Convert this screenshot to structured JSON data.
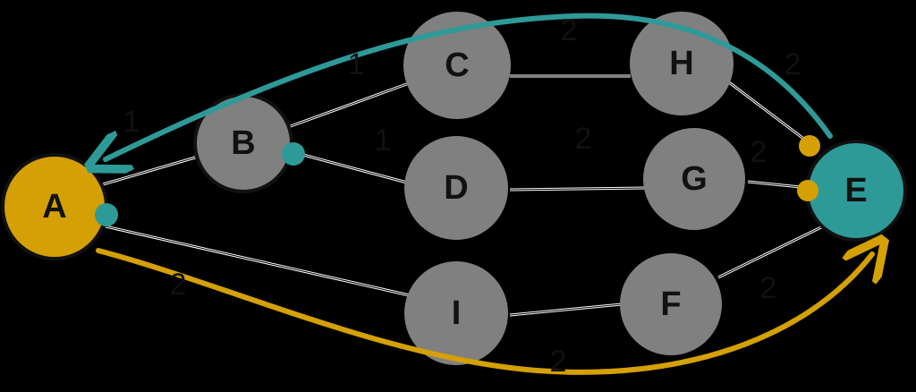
{
  "colors": {
    "background": "#000000",
    "gray_node": "#808080",
    "gold": "#d4a004",
    "teal": "#2e9a98",
    "edge": "#ffffff",
    "outline": "#111111"
  },
  "nodes": {
    "A": {
      "label": "A",
      "color": "gold"
    },
    "B": {
      "label": "B",
      "color": "gray"
    },
    "C": {
      "label": "C",
      "color": "gray"
    },
    "D": {
      "label": "D",
      "color": "gray"
    },
    "E": {
      "label": "E",
      "color": "teal"
    },
    "F": {
      "label": "F",
      "color": "gray"
    },
    "G": {
      "label": "G",
      "color": "gray"
    },
    "H": {
      "label": "H",
      "color": "gray"
    },
    "I": {
      "label": "I",
      "color": "gray"
    }
  },
  "edges": [
    {
      "from": "A",
      "to": "B",
      "weight": "1"
    },
    {
      "from": "B",
      "to": "C",
      "weight": "1"
    },
    {
      "from": "B",
      "to": "D",
      "weight": "1"
    },
    {
      "from": "C",
      "to": "H",
      "weight": "2"
    },
    {
      "from": "D",
      "to": "G",
      "weight": "2"
    },
    {
      "from": "H",
      "to": "E",
      "weight": "2"
    },
    {
      "from": "G",
      "to": "E",
      "weight": "2"
    },
    {
      "from": "A",
      "to": "I",
      "weight": "2"
    },
    {
      "from": "I",
      "to": "F",
      "weight": "2"
    },
    {
      "from": "F",
      "to": "E",
      "weight": "2"
    }
  ],
  "paths": {
    "teal_arrow": {
      "from": "E",
      "to": "A",
      "color": "teal"
    },
    "gold_arrow": {
      "from": "A",
      "to": "E",
      "color": "gold"
    }
  }
}
